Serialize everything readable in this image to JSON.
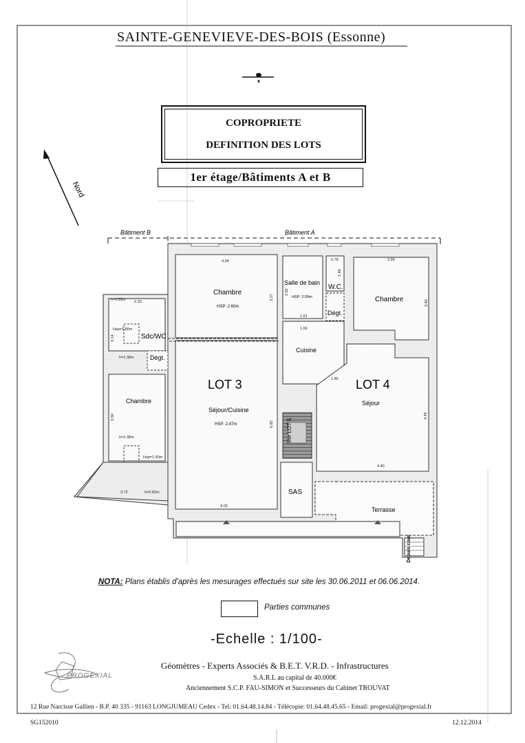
{
  "header": {
    "town": "SAINTE-GENEVIEVE-DES-BOIS (Essonne)",
    "title_line1": "COPROPRIETE",
    "title_line2": "DEFINITION DES LOTS",
    "floor": "1er étage/Bâtiments A et B"
  },
  "plan": {
    "north_label": "Nord",
    "batiment_b": "Bâtiment B",
    "batiment_a": "Bâtiment A",
    "lot3": "LOT 3",
    "lot4": "LOT 4",
    "rooms": {
      "chambre_lot3": "Chambre",
      "chambre_lot3_hsp": "HSP: 2.60m",
      "sejour_lot3": "Séjour/Cuisine",
      "sejour_lot3_hsp": "HSP: 2.47m",
      "salle_de_bain": "Salle de bain",
      "salle_de_bain_hsp": "HSP: 2.59m",
      "wc": "W.C.",
      "degt": "Dégt.",
      "chambre_lot4": "Chambre",
      "cuisine": "Cuisine",
      "sejour_lot4": "Séjour",
      "sas": "SAS",
      "terrasse": "Terrasse",
      "depuis_cour": "Depuis cour",
      "escalier": "Ver LOT 5",
      "sdc_wc": "Sdc/WC",
      "degt_b": "Dégt.",
      "chambre_b": "Chambre"
    },
    "dims": {
      "d404": "4.04",
      "d327": "3.27",
      "d282": "2.82",
      "d161": "1.61",
      "d078": "0.78",
      "d148": "1.48",
      "d299": "2.99",
      "d340": "3.40",
      "d166": "1.66",
      "d180": "1.80",
      "d682": "6.82",
      "d449": "4.49",
      "d440": "4.40",
      "d403": "4.03",
      "d233": "2.33",
      "h083": "h=0.83m",
      "d314": "3.14",
      "hsp180": "Hsp=1.80m",
      "h238a": "h=2.38m",
      "d350": "3.50",
      "h238b": "h=2.38m",
      "hsp150": "Hsp=1.50m",
      "d372": "3.72",
      "h083b": "h=0.83m"
    }
  },
  "nota": {
    "label": "NOTA:",
    "text": " Plans établis d'après les mesurages effectués sur site les 30.06.2011 et 06.06.2014."
  },
  "legend": {
    "parties_communes": "Parties communes"
  },
  "scale": "-Echelle : 1/100-",
  "footer": {
    "logo_text": "PROGEXIAL",
    "firm": "Géomètres - Experts Associés & B.E.T. V.R.D. - Infrastructures",
    "sarl": "S.A.R.L au capital de 40.000€",
    "previous": "Anciennement S.C.P. FAU-SIMON et Successeurs du Cabinet TROUVAT",
    "address": "12 Rue Narcisse Gallien - B.P. 40 335 - 91163 LONGJUMEAU Cedex - Tel: 01.64.48.14.84 - Télécopie: 01.64.48.45.65 - Email: progexial@progexial.fr",
    "ref": "SG152010",
    "date": "12.12.2014"
  }
}
